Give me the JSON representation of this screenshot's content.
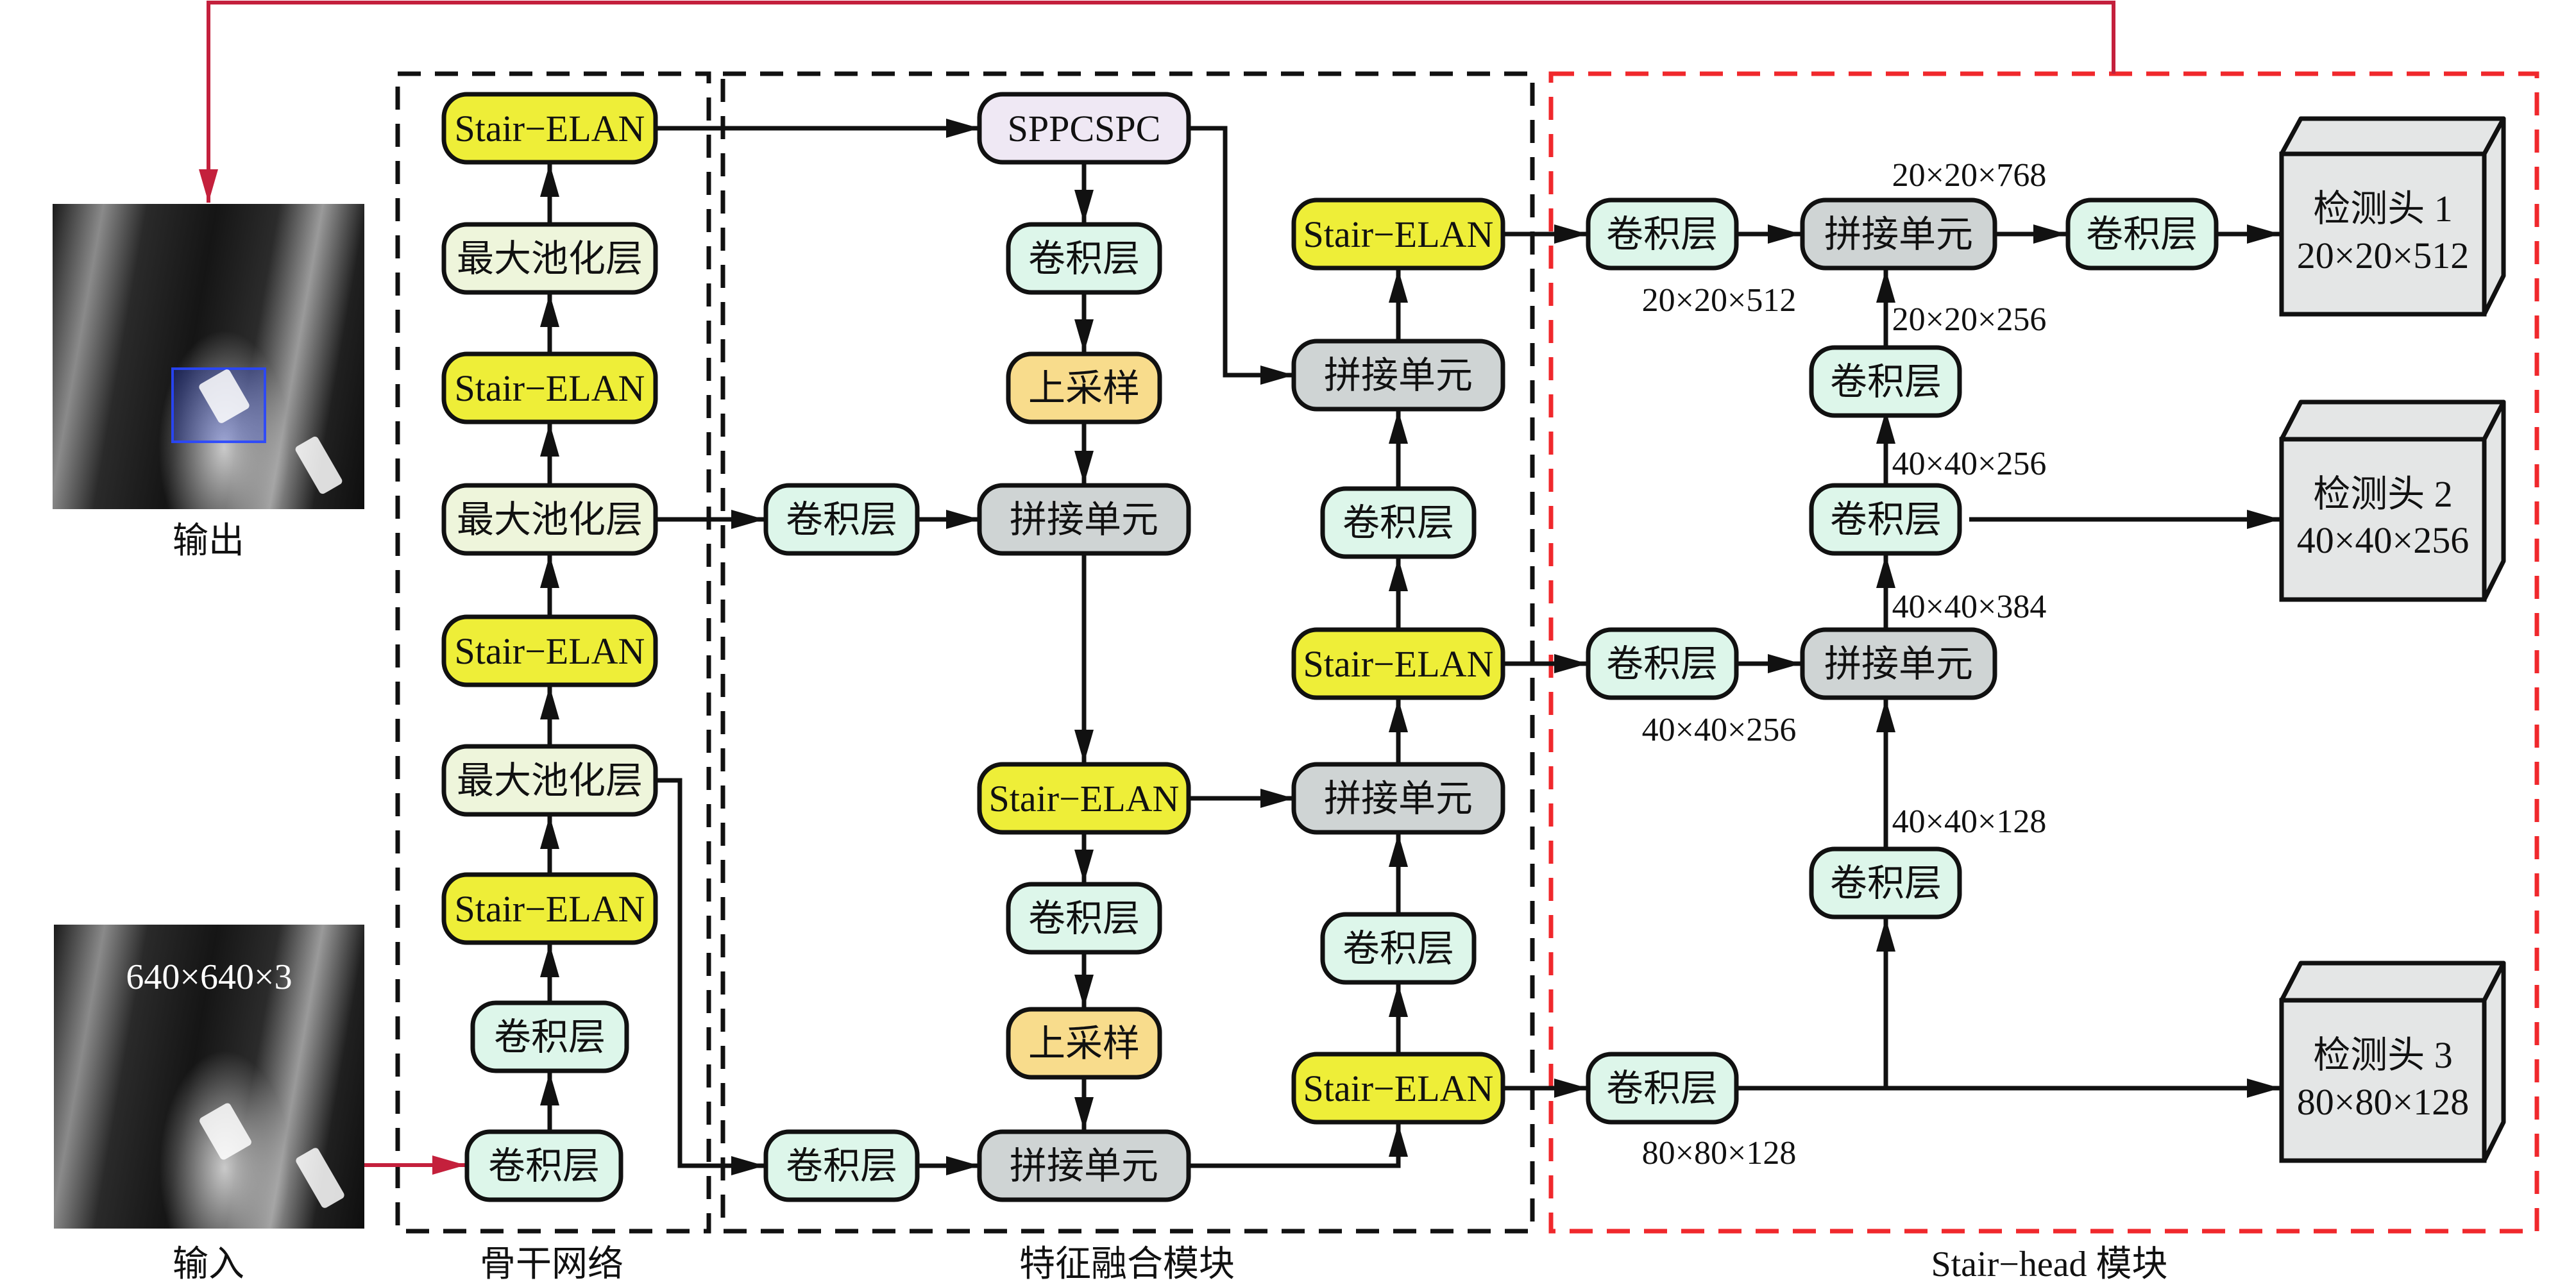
{
  "colors": {
    "stair_elan": "#eeee38",
    "maxpool": "#eef5db",
    "conv": "#ddf6ea",
    "concat": "#cfd4d4",
    "upsample": "#f8dc8c",
    "sppcspc": "#efe8f4",
    "head": "#e4e6e6",
    "red_line": "#c4203c",
    "red_dash": "#f0282c",
    "stroke": "#111111"
  },
  "images": {
    "input": {
      "caption": "输入",
      "dimension": "640×640×3"
    },
    "output": {
      "caption": "输出"
    }
  },
  "sections": {
    "backbone": {
      "caption": "骨干网络"
    },
    "fusion": {
      "caption": "特征融合模块"
    },
    "head": {
      "caption": "Stair−head 模块"
    }
  },
  "labels": {
    "stair_elan": "Stair−ELAN",
    "maxpool": "最大池化层",
    "conv": "卷积层",
    "concat": "拼接单元",
    "upsample": "上采样",
    "sppcspc": "SPPCSPC"
  },
  "backbone": [
    {
      "label": "Stair−ELAN"
    },
    {
      "label": "最大池化层"
    },
    {
      "label": "Stair−ELAN"
    },
    {
      "label": "最大池化层"
    },
    {
      "label": "Stair−ELAN"
    },
    {
      "label": "最大池化层"
    },
    {
      "label": "Stair−ELAN"
    },
    {
      "label": "卷积层"
    },
    {
      "label": "卷积层"
    }
  ],
  "fusion": {
    "sppcspc": "SPPCSPC",
    "conv_a": "卷积层",
    "upsample_a": "上采样",
    "conv_side_a": "卷积层",
    "concat_a": "拼接单元",
    "elan_mid": "Stair−ELAN",
    "conv_b": "卷积层",
    "upsample_b": "上采样",
    "conv_side_b": "卷积层",
    "concat_b": "拼接单元",
    "elan_out3": "Stair−ELAN",
    "conv_r1": "卷积层",
    "concat_r1": "拼接单元",
    "elan_out2": "Stair−ELAN",
    "conv_r2": "卷积层",
    "concat_r2": "拼接单元",
    "elan_out1": "Stair−ELAN"
  },
  "head": {
    "conv_in1": "卷积层",
    "concat_1": "拼接单元",
    "conv_out1": "卷积层",
    "conv_up1": "卷积层",
    "conv_in2": "卷积层",
    "concat_2": "拼接单元",
    "conv_mid2": "卷积层",
    "conv_up2": "卷积层",
    "conv_in3": "卷积层",
    "dims": {
      "d_20_768": "20×20×768",
      "d_20_512": "20×20×512",
      "d_20_256": "20×20×256",
      "d_40_256_top": "40×40×256",
      "d_40_384": "40×40×384",
      "d_40_256_low": "40×40×256",
      "d_40_128": "40×40×128",
      "d_80_128": "80×80×128"
    },
    "detectors": [
      {
        "title": "检测头 1",
        "dims": "20×20×512"
      },
      {
        "title": "检测头 2",
        "dims": "40×40×256"
      },
      {
        "title": "检测头 3",
        "dims": "80×80×128"
      }
    ]
  }
}
